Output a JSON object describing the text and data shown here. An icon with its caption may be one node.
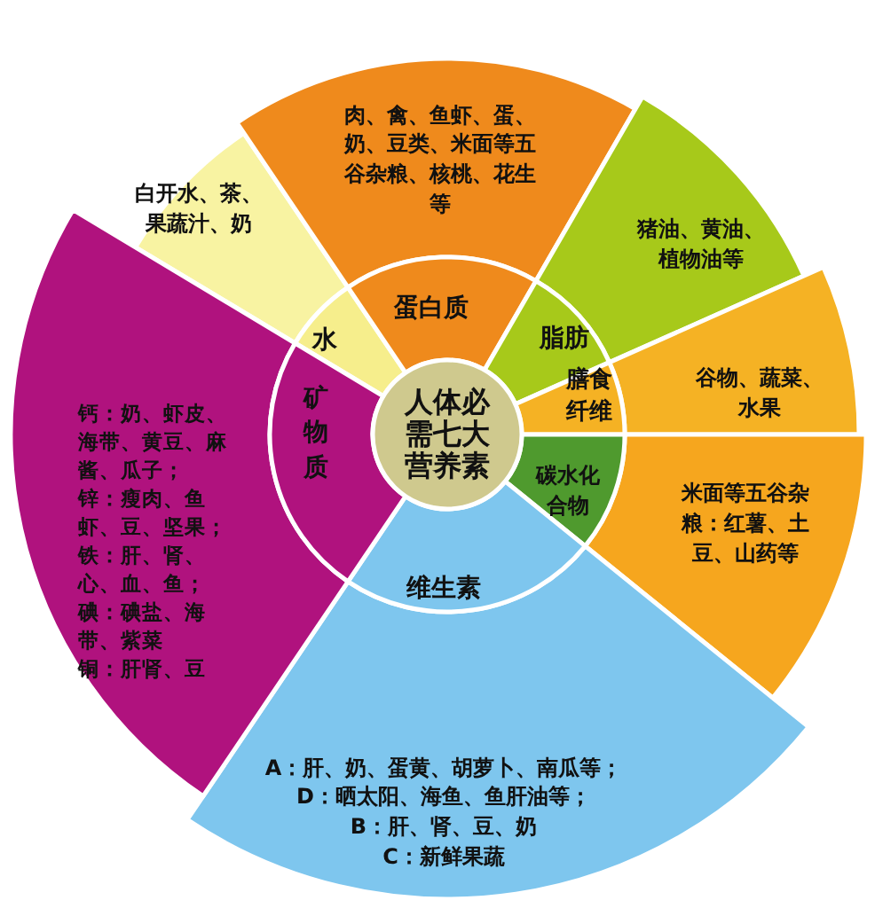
{
  "diagram": {
    "nodes": [
      {
        "text": [
          "人体必需七大营养素"
        ]
      },
      {
        "text": [
          "水"
        ]
      },
      {
        "text": [
          "蛋白质"
        ]
      },
      {
        "text": [
          "脂肪"
        ]
      },
      {
        "text": [
          "膳食纤维"
        ]
      },
      {
        "text": [
          "碳水化合物"
        ]
      },
      {
        "text": [
          "维生素"
        ]
      },
      {
        "text": [
          "矿物质"
        ]
      },
      {
        "text": [
          "白开水、茶、果蔬汁、奶"
        ]
      },
      {
        "text": [
          "肉、禽、鱼虾、蛋、奶、豆类、米面等五谷杂粮、核桃、花生等"
        ]
      },
      {
        "text": [
          "猪油、黄油、植物油等"
        ]
      },
      {
        "text": [
          "谷物、蔬菜、水果"
        ]
      },
      {
        "text": [
          "米面等五谷杂粮：红薯、土豆、山药等"
        ]
      },
      {
        "text": [
          "A：肝、奶、蛋黄、胡萝卜、南瓜等；",
          "D：晒太阳、海鱼、鱼肝油等；",
          "B：肝、肾、豆、奶",
          "C：新鲜果蔬"
        ]
      },
      {
        "text": [
          "钙：奶、虾皮、海带、黄豆、麻酱、瓜子；",
          "锌：瘦肉、鱼虾、豆、坚果；",
          "铁：肝、肾、心、血、鱼；",
          "碘：碘盐、海带、紫菜",
          "铜：肝肾、豆"
        ]
      }
    ]
  }
}
